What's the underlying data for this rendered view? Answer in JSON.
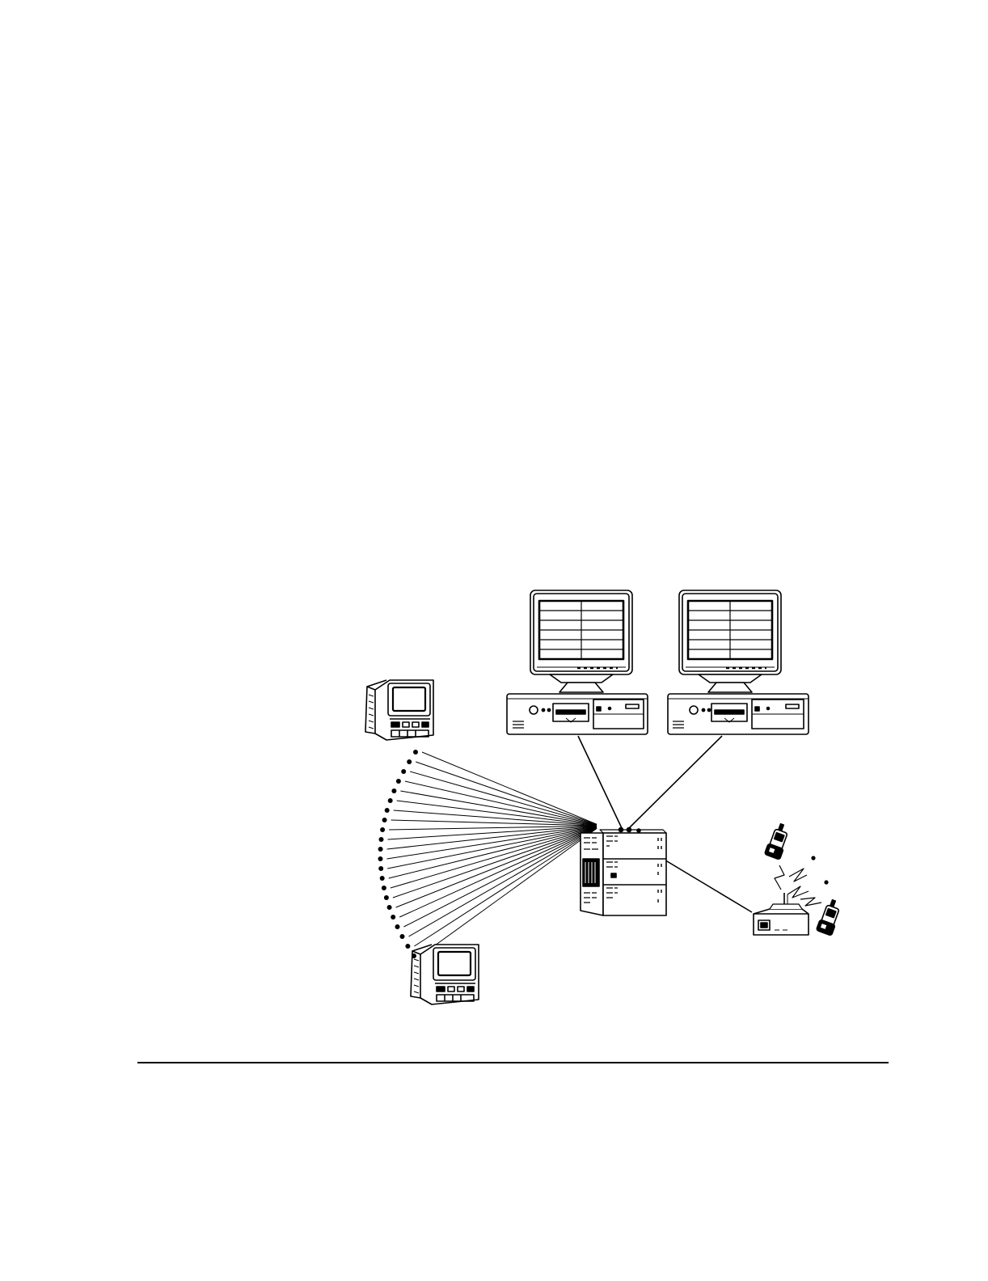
{
  "page": {
    "background": "#ffffff",
    "ink_color": "#000000"
  },
  "diagram": {
    "kind": "network-illustration",
    "text_labels": [],
    "devices": [
      {
        "id": "terminal-a",
        "icon": "crt-terminal-icon"
      },
      {
        "id": "terminal-b",
        "icon": "crt-terminal-icon"
      },
      {
        "id": "workstation-1",
        "icon": "desktop-computer-icon",
        "screen": "spreadsheet-grid"
      },
      {
        "id": "workstation-2",
        "icon": "desktop-computer-icon",
        "screen": "spreadsheet-grid"
      },
      {
        "id": "hub",
        "icon": "rack-chassis-icon"
      },
      {
        "id": "base-station",
        "icon": "radio-base-station-icon"
      },
      {
        "id": "handset-1",
        "icon": "handheld-radio-icon"
      },
      {
        "id": "handset-2",
        "icon": "handheld-radio-icon"
      }
    ],
    "links": [
      {
        "from": "workstation-1",
        "to": "hub",
        "style": "line"
      },
      {
        "from": "workstation-2",
        "to": "hub",
        "style": "line"
      },
      {
        "from": "hub",
        "to": "base-station",
        "style": "line"
      },
      {
        "from": "terminal-a",
        "to": "hub",
        "style": "fan-of-lines"
      },
      {
        "from": "terminal-a",
        "to": "terminal-b",
        "style": "dotted-arc"
      },
      {
        "from": "base-station",
        "to": "handset-1",
        "style": "wireless"
      },
      {
        "from": "base-station",
        "to": "handset-2",
        "style": "wireless"
      }
    ]
  },
  "footer": {
    "rule": true
  }
}
